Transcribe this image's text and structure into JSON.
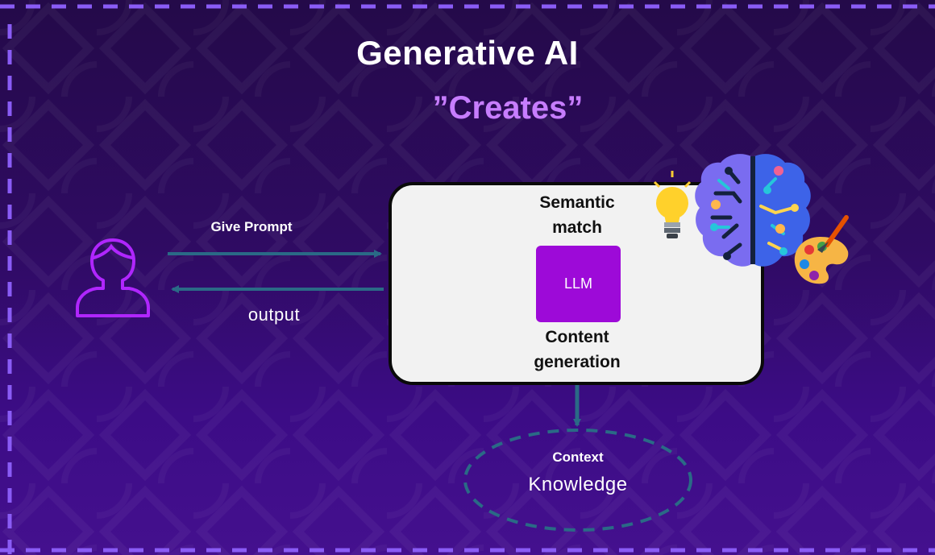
{
  "title": "Generative AI",
  "subtitle": "”Creates”",
  "user": {
    "icon": "user-icon"
  },
  "prompt_arrow": {
    "label": "Give Prompt"
  },
  "output_arrow": {
    "label": "output"
  },
  "core": {
    "top_label": "Semantic match",
    "model_label": "LLM",
    "bottom_label": "Content generation"
  },
  "context": {
    "title": "Context",
    "subtitle": "Knowledge"
  },
  "decorations": {
    "bulb": "lightbulb-icon",
    "brain": "brain-circuit-icon",
    "palette": "paint-palette-icon"
  },
  "colors": {
    "background_top": "#240a49",
    "background_bottom": "#44108e",
    "frame_dash": "#8a5cf6",
    "subtitle": "#c77dff",
    "arrow": "#2a6a86",
    "llm_box": "#9d0ad8",
    "user_icon": "#b026ff"
  }
}
